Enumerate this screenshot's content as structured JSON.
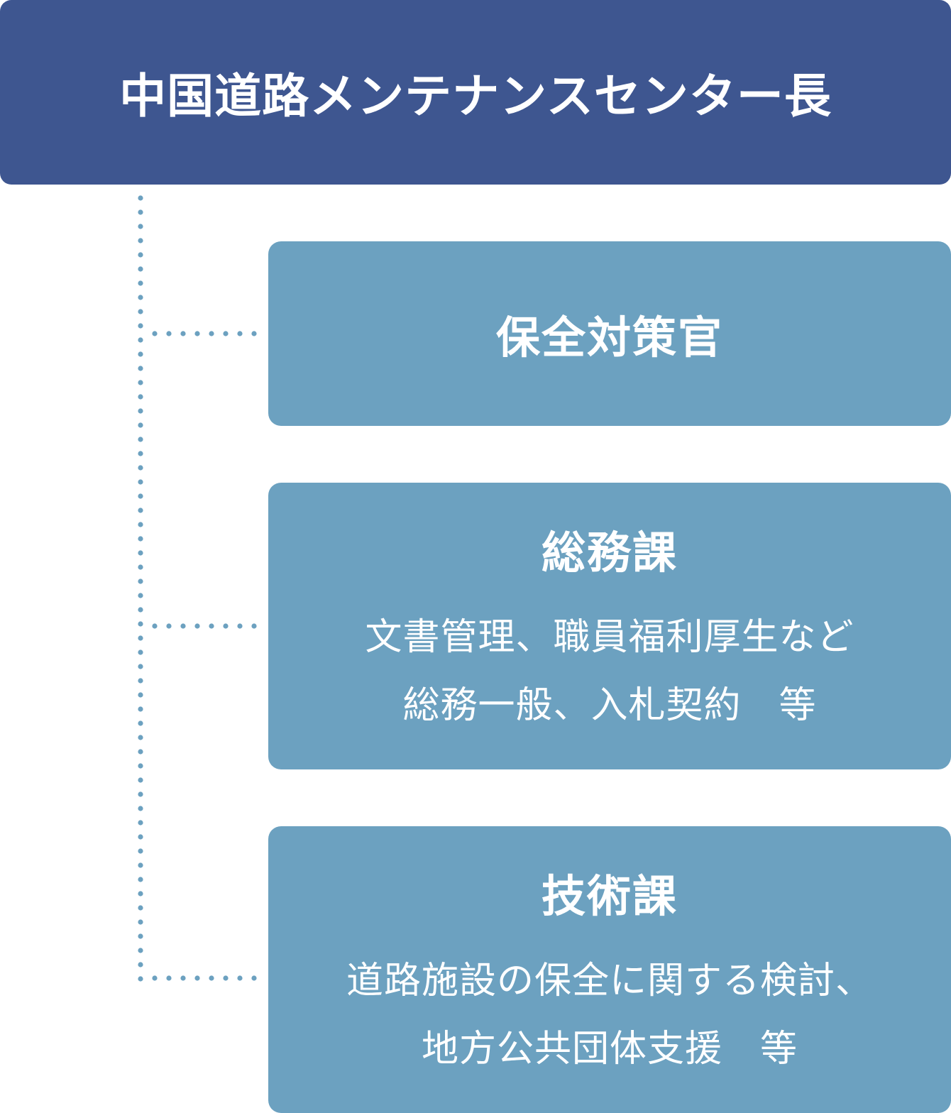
{
  "head": {
    "title": "中国道路メンテナンスセンター長"
  },
  "units": [
    {
      "title": "保全対策官",
      "lines": []
    },
    {
      "title": "総務課",
      "lines": [
        "文書管理、職員福利厚生など",
        "総務一般、入札契約　等"
      ]
    },
    {
      "title": "技術課",
      "lines": [
        "道路施設の保全に関する検討、",
        "地方公共団体支援　等"
      ]
    }
  ],
  "colors": {
    "head_bg": "#3e5690",
    "unit_bg": "#6ca1c0",
    "connector": "#6ca1c0"
  }
}
